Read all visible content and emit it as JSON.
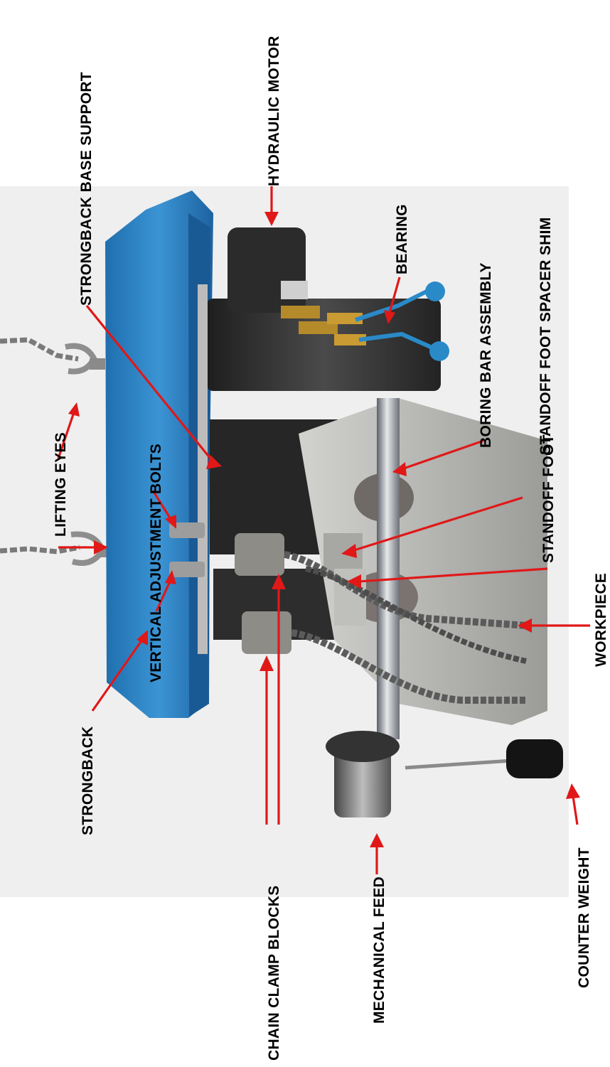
{
  "diagram": {
    "colors": {
      "arrow": "#e01818",
      "label_text": "#000000",
      "strongback_blue": "#2f86c6",
      "steel_dark": "#2e2e2e",
      "workpiece_gray": "#b9b9b6",
      "background": "#ffffff"
    },
    "labels": {
      "hydraulic_motor": "HYDRAULIC MOTOR",
      "strongback_base_support": "STRONGBACK BASE SUPPORT",
      "bearing": "BEARING",
      "standoff_foot_spacer_shim": "STANDOFF FOOT SPACER SHIM",
      "boring_bar_assembly": "BORING BAR ASSEMBLY",
      "standoff_foot": "STANDOFF FOOT",
      "lifting_eyes": "LIFTING EYES",
      "vertical_adjustment_bolts": "VERTICAL ADJUSTMENT BOLTS",
      "workpiece": "WORKPIECE",
      "strongback": "STRONGBACK",
      "chain_clamp_blocks": "CHAIN CLAMP BLOCKS",
      "mechanical_feed": "MECHANICAL FEED",
      "counter_weight": "COUNTER WEIGHT"
    }
  }
}
